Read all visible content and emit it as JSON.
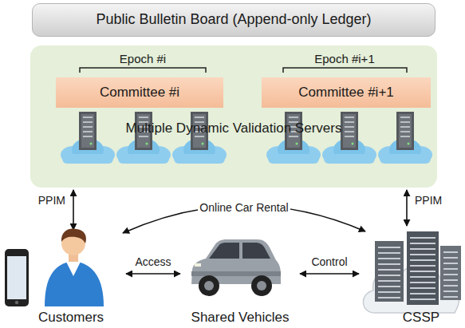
{
  "diagram": {
    "nodes": [
      {
        "text": [
          "Public Bulletin Board (Append-only Ledger)"
        ]
      },
      {
        "text": [
          "Multiple Dynamic Validation Servers"
        ]
      },
      {
        "text": [
          "Committee #i"
        ],
        "in": 1
      },
      {
        "text": [
          "Committee #i+1"
        ],
        "in": 1
      },
      {
        "text": [
          "Customers"
        ]
      },
      {
        "text": [
          "Shared Vehicles"
        ]
      },
      {
        "text": [
          "CSSP"
        ]
      }
    ],
    "edges": [
      {
        "from": 2,
        "to": 3,
        "arrow": "to"
      },
      {
        "from": 1,
        "to": 4,
        "label": "PPIM",
        "arrow": "both"
      },
      {
        "from": 1,
        "to": 6,
        "label": "PPIM",
        "arrow": "both"
      },
      {
        "from": 4,
        "to": 6,
        "label": "Online Car Rental",
        "arrow": "both"
      },
      {
        "from": 4,
        "to": 5,
        "label": "Access",
        "arrow": "both"
      },
      {
        "from": 5,
        "to": 6,
        "label": "Control",
        "arrow": "both"
      }
    ],
    "labels": [
      "Epoch #i",
      "Epoch #i+1"
    ]
  }
}
